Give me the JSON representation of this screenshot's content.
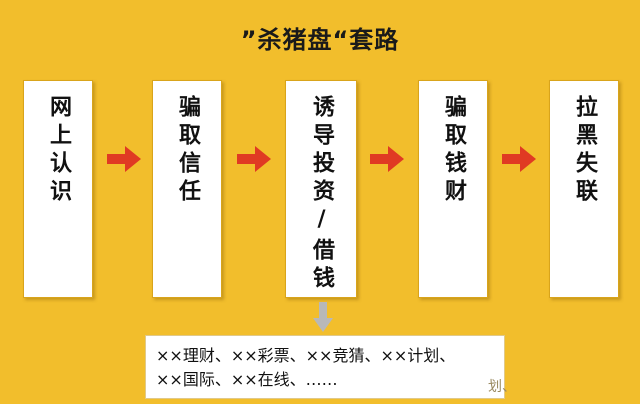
{
  "title": "”杀猪盘“套路",
  "stages": [
    {
      "label": "网上认识"
    },
    {
      "label": "骗取信任"
    },
    {
      "label": "诱导投资/借钱"
    },
    {
      "label": "骗取钱财"
    },
    {
      "label": "拉黑失联"
    }
  ],
  "examples": {
    "line1": "××理财、××彩票、××竞猜、××计划、",
    "line2": "××国际、××在线、……"
  },
  "watermark": "划、",
  "colors": {
    "background": "#f2be2c",
    "arrow": "#e03a23",
    "down_arrow": "#b8b8b8",
    "box": "#ffffff"
  }
}
